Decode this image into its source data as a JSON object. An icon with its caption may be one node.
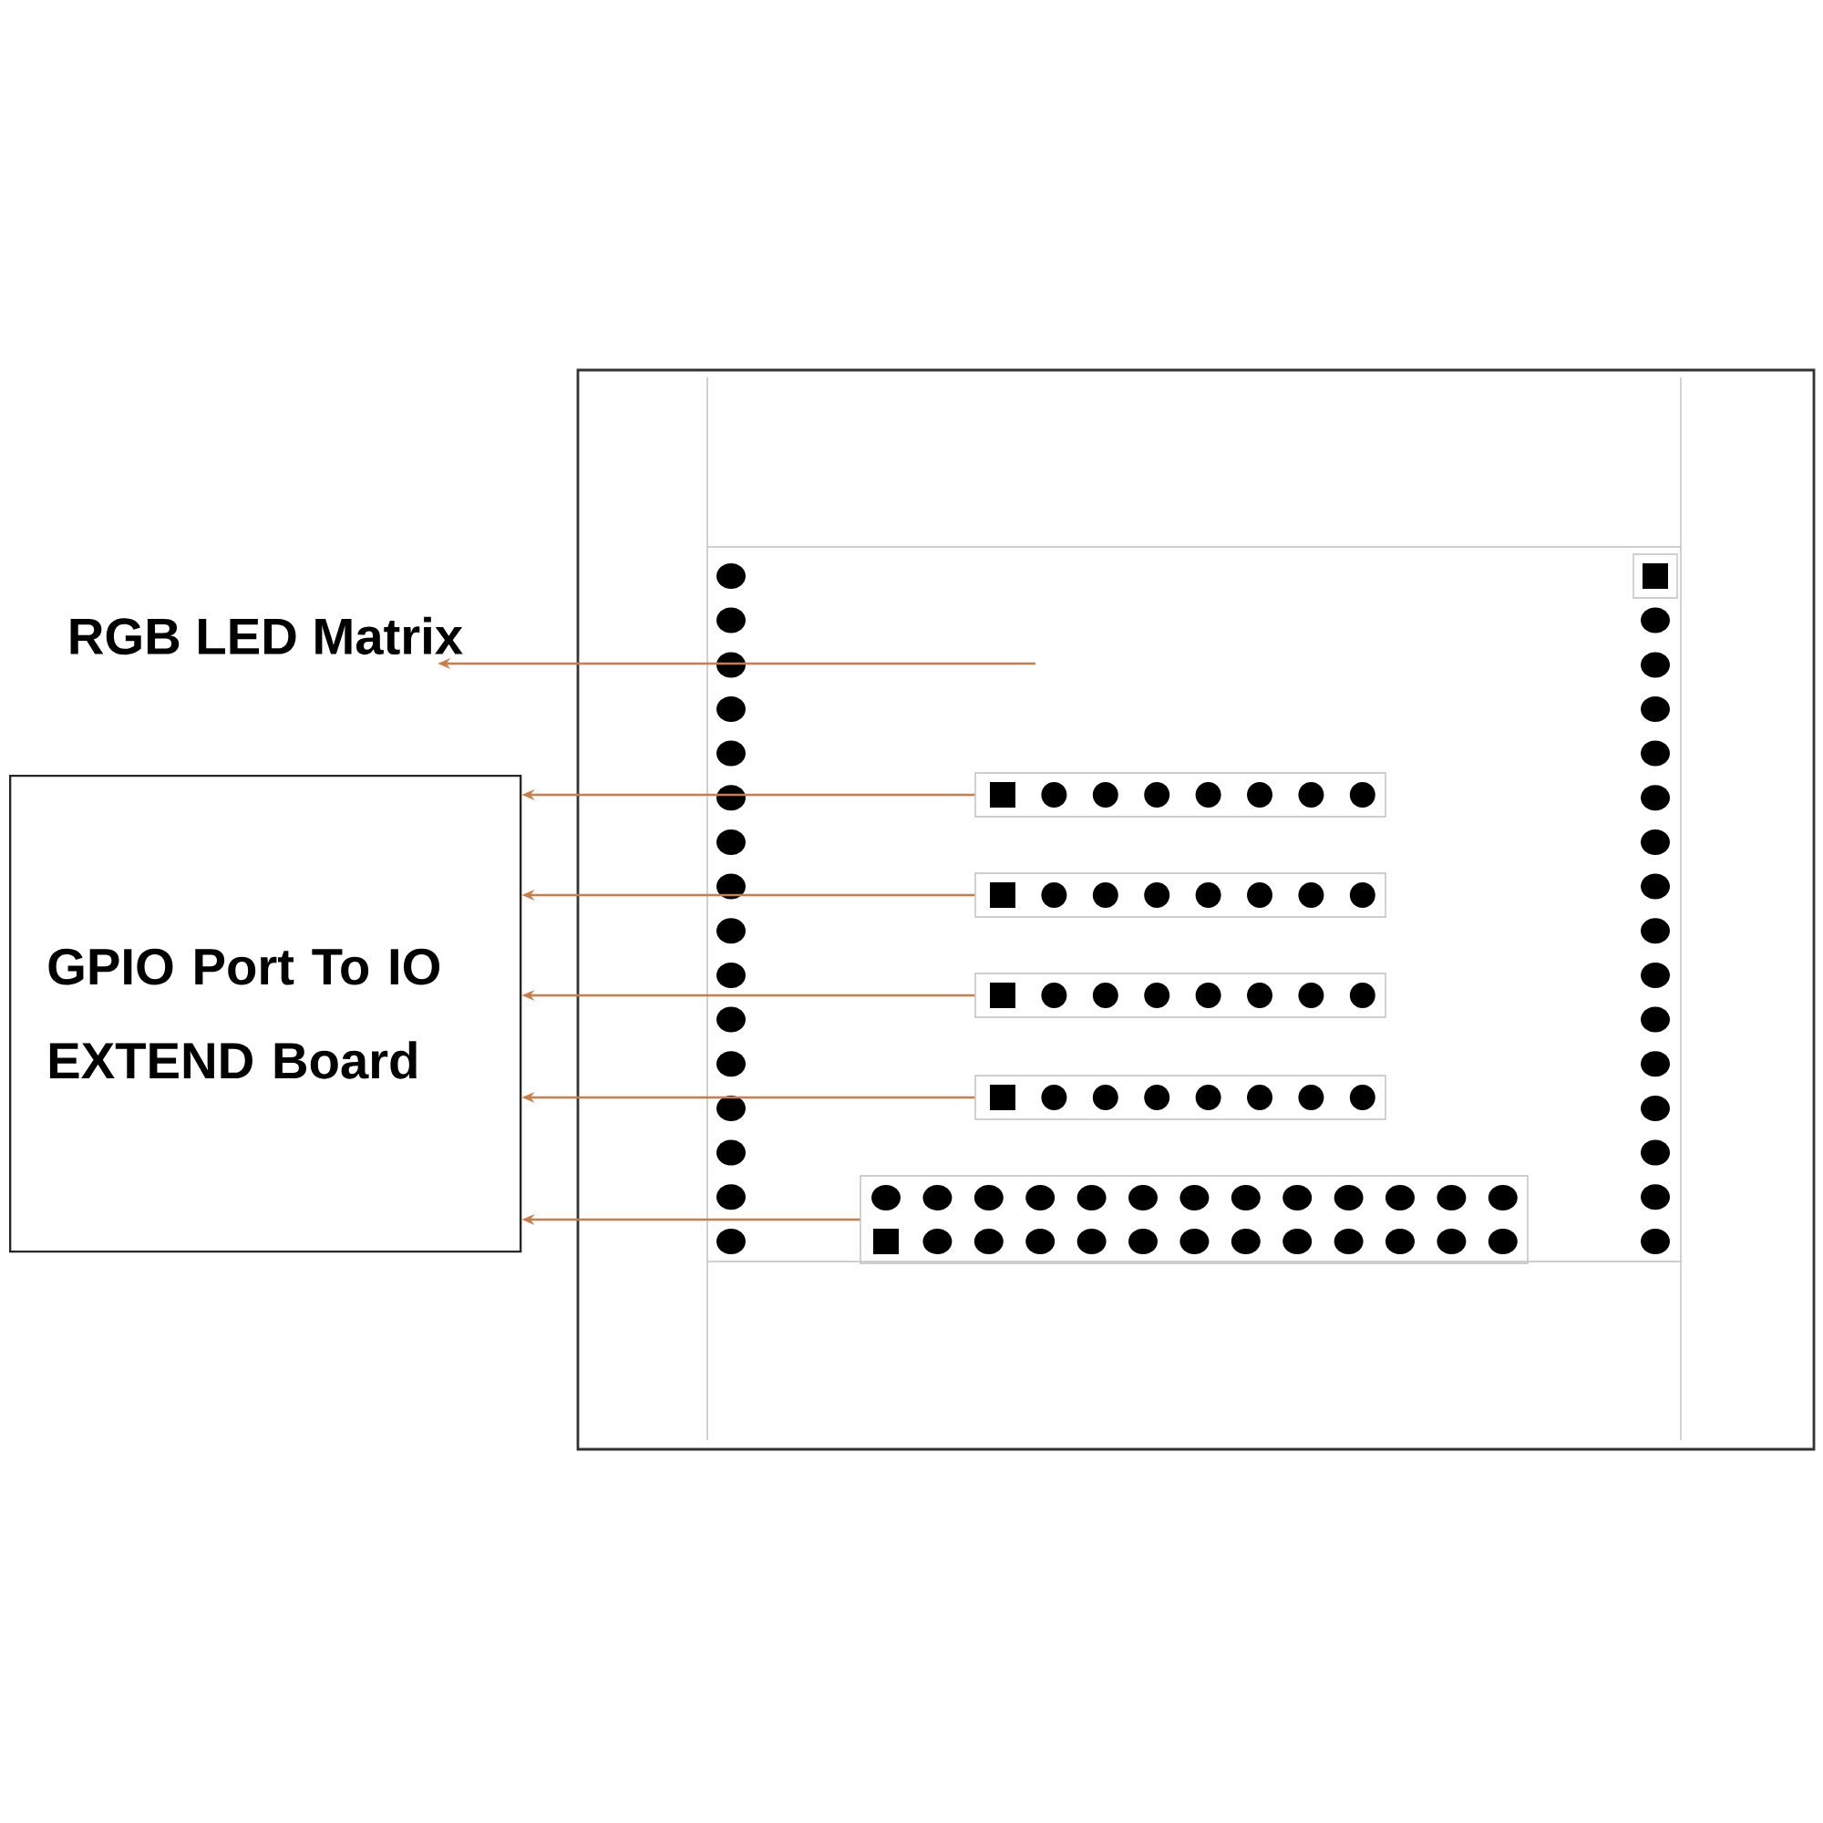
{
  "diagram": {
    "nodes": [
      {
        "text": [
          "RGB LED Matrix"
        ]
      },
      {
        "text": [
          "GPIO Port To IO EXTEND Board"
        ]
      },
      {
        "text": [],
        "shape": "bar"
      },
      {
        "text": [],
        "shape": "bar"
      },
      {
        "text": [],
        "shape": "bar"
      },
      {
        "text": [],
        "shape": "bar"
      },
      {
        "text": [],
        "shape": "box"
      }
    ],
    "edges": [
      {
        "from": null,
        "to": 0,
        "arrow": "to"
      },
      {
        "from": 2,
        "to": 1,
        "arrow": "to"
      },
      {
        "from": 3,
        "to": 1,
        "arrow": "to"
      },
      {
        "from": 4,
        "to": 1,
        "arrow": "to"
      },
      {
        "from": 5,
        "to": 1,
        "arrow": "to"
      },
      {
        "from": 6,
        "to": 1,
        "arrow": "to"
      }
    ]
  }
}
